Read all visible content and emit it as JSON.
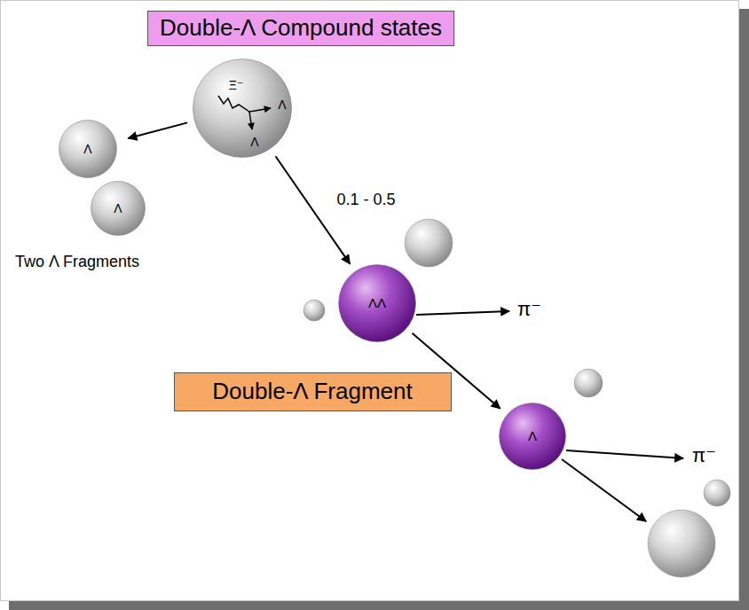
{
  "diagram": {
    "nodes": [
      {
        "text": [
          "Double-Λ Compound states"
        ]
      },
      {
        "text": [
          "Ξ⁻",
          "Λ",
          "Λ"
        ]
      },
      {
        "text": [
          "Λ"
        ]
      },
      {
        "text": [
          "Λ"
        ]
      },
      {
        "text": [
          "ΛΛ"
        ]
      },
      {
        "text": [
          "Double-Λ Fragment"
        ]
      },
      {
        "text": [
          "Λ"
        ]
      }
    ],
    "edges": [
      {
        "from": 1,
        "to": 2,
        "arrow": "to"
      },
      {
        "from": 1,
        "to": 4,
        "label": "0.1 - 0.5",
        "arrow": "to"
      },
      {
        "from": 4,
        "to": 6,
        "arrow": "to"
      }
    ],
    "labels": [
      "Two Λ Fragments",
      "π⁻",
      "π⁻"
    ]
  }
}
